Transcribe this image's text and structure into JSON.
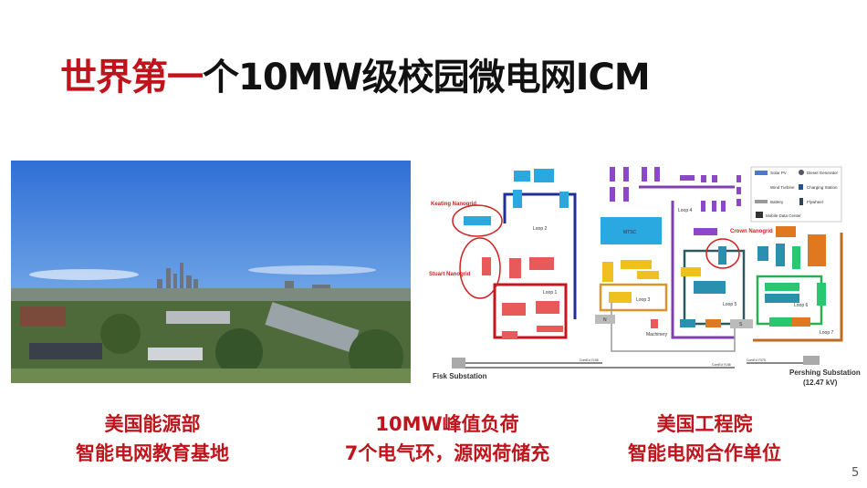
{
  "title": {
    "highlight": "世界第一",
    "rest": "个10MW级校园微电网ICM"
  },
  "colors": {
    "accent_red": "#c0141c",
    "loop1": "#c8141c",
    "loop2": "#1f2f9a",
    "loop3": "#e0922a",
    "loop4": "#8040b0",
    "loop5": "#2a5a60",
    "loop6": "#2ab050",
    "loop7": "#c06a20"
  },
  "diagram": {
    "nanogrids": [
      "Keating Nanogrid",
      "Stuart Nanogrid",
      "Crown Nanogrid"
    ],
    "loops": [
      "Loop 1",
      "Loop 2",
      "Loop 3",
      "Loop 4",
      "Loop 5",
      "Loop 6",
      "Loop 7"
    ],
    "legend": [
      "Solar PV",
      "Diesel Generator",
      "Wind Turbine",
      "Charging Station",
      "Battery",
      "Flywheel",
      "Mobile Data Center"
    ],
    "buildings": {
      "mtsc": "MTSC",
      "machinery": "Machinery",
      "north": "N",
      "south": "S"
    },
    "substations": [
      "Fisk Substation",
      "Pershing Substation"
    ],
    "substation_kv": "(12.47 kV)",
    "feeders": [
      "ComEd Y156",
      "ComEd Y156",
      "ComEd Y375"
    ]
  },
  "captions": [
    {
      "line1": "美国能源部",
      "line2": "智能电网教育基地"
    },
    {
      "line1": "10MW峰值负荷",
      "line2": "7个电气环，源网荷储充"
    },
    {
      "line1": "美国工程院",
      "line2": "智能电网合作单位"
    }
  ],
  "page_number": "5"
}
